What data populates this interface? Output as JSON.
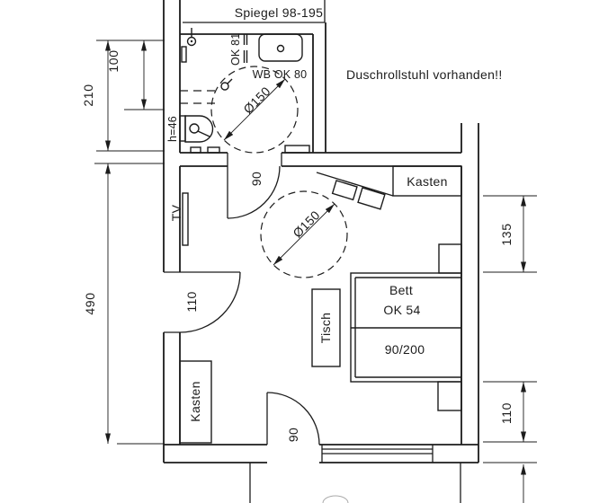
{
  "plan": {
    "corridor": {
      "mirror_label": "Spiegel 98-195"
    },
    "note": "Duschrollstuhl vorhanden!!",
    "bathroom": {
      "shower_rail_label": "OK 81",
      "washbasin_label": "WB OK 80",
      "toilet_seat_height_label": "h=46",
      "turning_circle_label": "Ø150",
      "door_width_label": "90"
    },
    "room": {
      "tv_label": "TV",
      "entry_door_width_label": "110",
      "wardrobe_top_label": "Kasten",
      "wardrobe_bottom_label": "Kasten",
      "table_label": "Tisch",
      "bed_label": "Bett",
      "bed_top_height_label": "OK 54",
      "bed_size_label": "90/200",
      "turning_circle_label": "Ø150",
      "balcony_door_width_label": "90"
    },
    "dimensions": {
      "bathroom_depth": "210",
      "bathroom_partial": "100",
      "room_depth": "490",
      "bed_offset_top": "135",
      "bed_offset_bottom": "110"
    },
    "colors": {
      "line": "#1c1c1c",
      "background": "#ffffff"
    }
  }
}
